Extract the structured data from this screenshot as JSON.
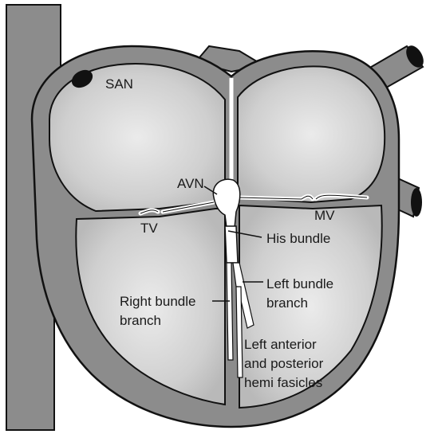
{
  "labels": {
    "san": "SAN",
    "avn": "AVN",
    "tv": "TV",
    "mv": "MV",
    "his": "His bundle",
    "left_bundle_1": "Left bundle",
    "left_bundle_2": "branch",
    "right_bundle_1": "Right bundle",
    "right_bundle_2": "branch",
    "hemi_1": "Left anterior",
    "hemi_2": "and posterior",
    "hemi_3": "hemi fasicles"
  },
  "colors": {
    "heart_wall": "#8c8c8c",
    "chamber": "#c2c2c2",
    "chamber_center": "#e6e6e6",
    "conduction": "#ffffff",
    "san_node": "#111111",
    "outline": "#111111"
  }
}
